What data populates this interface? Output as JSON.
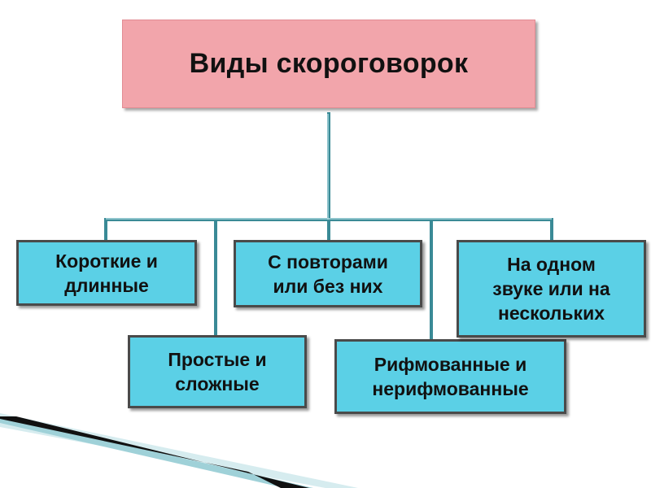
{
  "diagram": {
    "title": "Виды скороговорок",
    "nodes": [
      {
        "id": "short-long",
        "label": "Короткие и\nдлинные"
      },
      {
        "id": "simple-complex",
        "label": "Простые и\nсложные"
      },
      {
        "id": "repeats",
        "label": "С повторами\nили без них"
      },
      {
        "id": "rhymed",
        "label": "Рифмованные и\nнерифмованные"
      },
      {
        "id": "sounds",
        "label": "На одном\nзвуке или на\nнескольких"
      }
    ]
  },
  "colors": {
    "title_fill": "#f2a5ab",
    "node_fill": "#5bd0e6",
    "node_border": "#4a4a4a",
    "connector": "#3a8a96"
  }
}
